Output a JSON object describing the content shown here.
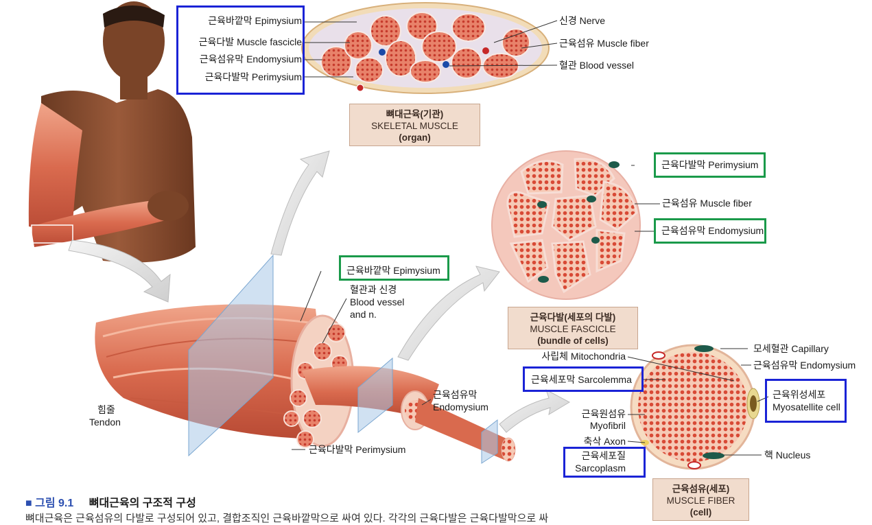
{
  "top_section": {
    "labels_left": {
      "epimysium": "근육바깥막 Epimysium",
      "fascicle": "근육다발 Muscle fascicle",
      "endomysium": "근육섬유막 Endomysium",
      "perimysium": "근육다발막 Perimysium"
    },
    "labels_right": {
      "nerve": "신경 Nerve",
      "fiber": "근육섬유 Muscle fiber",
      "vessel": "혈관 Blood vessel"
    },
    "caption": {
      "ko": "뼈대근육(기관)",
      "en": "SKELETAL MUSCLE",
      "sub": "(organ)"
    }
  },
  "middle_section": {
    "epimysium": "근육바깥막 Epimysium",
    "vessel_nerve": [
      "혈관과 신경",
      "Blood vessel",
      "and n."
    ],
    "tendon": [
      "힘줄",
      "Tendon"
    ],
    "endomysium": [
      "근육섬유막",
      "Endomysium"
    ],
    "perimysium": "근육다발막 Perimysium"
  },
  "fascicle_section": {
    "perimysium": "근육다발막 Perimysium",
    "fiber": "근육섬유 Muscle fiber",
    "endomysium": "근육섬유막 Endomysium",
    "caption": {
      "ko": "근육다발(세포의 다발)",
      "en": "MUSCLE FASCICLE",
      "sub": "(bundle of cells)"
    }
  },
  "fiber_section": {
    "mitochondria": "사립체 Mitochondria",
    "sarcolemma": "근육세포막 Sarcolemma",
    "myofibril": [
      "근육원섬유",
      "Myofibril"
    ],
    "axon": "축삭 Axon",
    "sarcoplasm": [
      "근육세포질",
      "Sarcoplasm"
    ],
    "capillary": "모세혈관 Capillary",
    "endomysium": "근육섬유막 Endomysium",
    "satellite": [
      "근육위성세포",
      "Myosatellite cell"
    ],
    "nucleus": "핵 Nucleus",
    "caption": {
      "ko": "근육섬유(세포)",
      "en": "MUSCLE FIBER",
      "sub": "(cell)"
    }
  },
  "figure": {
    "marker": "■",
    "number": "그림 9.1",
    "title": "뼈대근육의 구조적 구성",
    "body": "뼈대근육은 근육섬유의 다발로 구성되어 있고, 결합조직인 근육바깥막으로 싸여 있다. 각각의 근육다발은 근육다발막으로 싸"
  },
  "colors": {
    "highlight_blue": "#1a23d6",
    "highlight_green": "#1a9a4a",
    "muscle": "#e2765a",
    "caption_bg": "#f1dccd"
  }
}
